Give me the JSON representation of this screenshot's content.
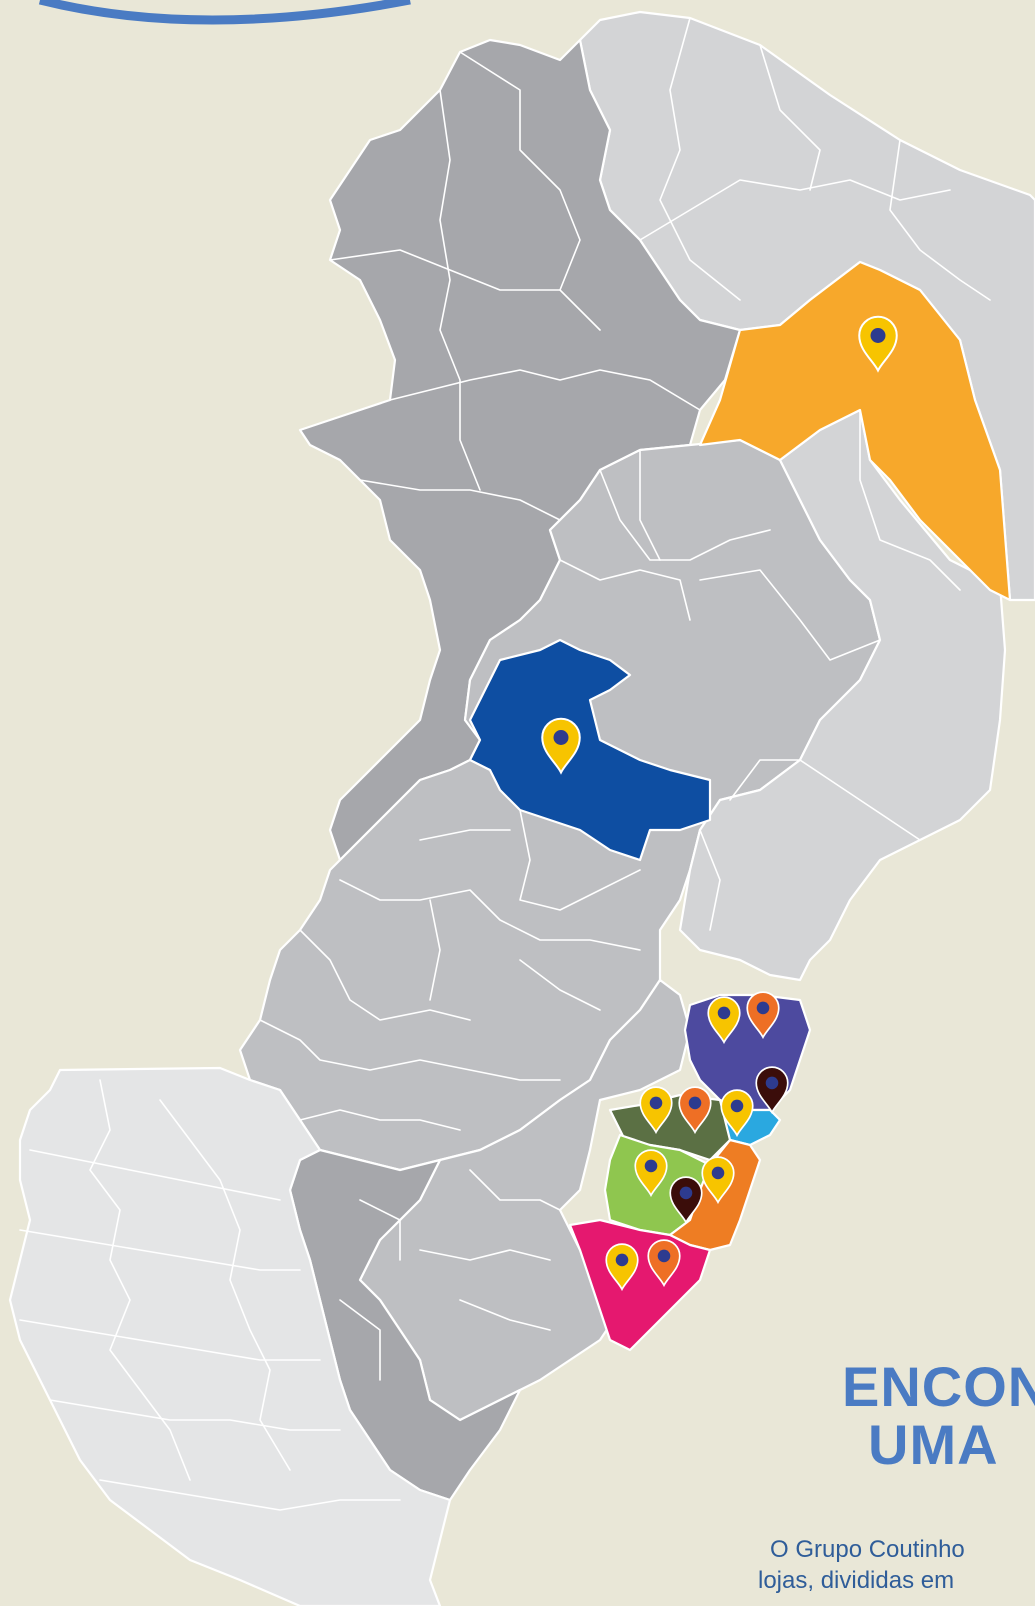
{
  "heading": {
    "line1": "ENCON",
    "line2": "UMA"
  },
  "caption": {
    "line1": "O Grupo Coutinho",
    "line2": "lojas, divididas em"
  },
  "colors": {
    "background": "#e9e7d7",
    "region_dark_gray": "#a6a7ab",
    "region_mid_gray": "#bebfc2",
    "region_light_gray": "#d3d4d6",
    "region_pale_gray": "#e4e5e6",
    "highlight_orange": "#f7a82b",
    "highlight_blue": "#0e4ea2",
    "highlight_purple": "#4d4a9f",
    "highlight_dark_green": "#5b7044",
    "highlight_light_green": "#8fc64f",
    "highlight_cyan": "#2aa8e0",
    "highlight_orange_red": "#ee7d23",
    "highlight_magenta": "#e5186f",
    "pin_yellow": "#f7c400",
    "pin_orange": "#ee6f25",
    "pin_dark_maroon": "#3b0d0a"
  },
  "markers": [
    {
      "name": "store-pin-north",
      "color": "#f7c400"
    },
    {
      "name": "store-pin-central",
      "color": "#f7c400"
    },
    {
      "name": "store-pin-coast-1",
      "color": "#f7c400"
    },
    {
      "name": "store-pin-coast-2",
      "color": "#ee6f25"
    },
    {
      "name": "store-pin-coast-3",
      "color": "#3b0d0a"
    },
    {
      "name": "store-pin-coast-4",
      "color": "#f7c400"
    },
    {
      "name": "store-pin-coast-5",
      "color": "#ee6f25"
    },
    {
      "name": "store-pin-coast-6",
      "color": "#f7c400"
    },
    {
      "name": "store-pin-coast-7",
      "color": "#f7c400"
    },
    {
      "name": "store-pin-coast-8",
      "color": "#3b0d0a"
    },
    {
      "name": "store-pin-coast-9",
      "color": "#f7c400"
    },
    {
      "name": "store-pin-coast-10",
      "color": "#f7c400"
    },
    {
      "name": "store-pin-coast-11",
      "color": "#ee6f25"
    }
  ]
}
